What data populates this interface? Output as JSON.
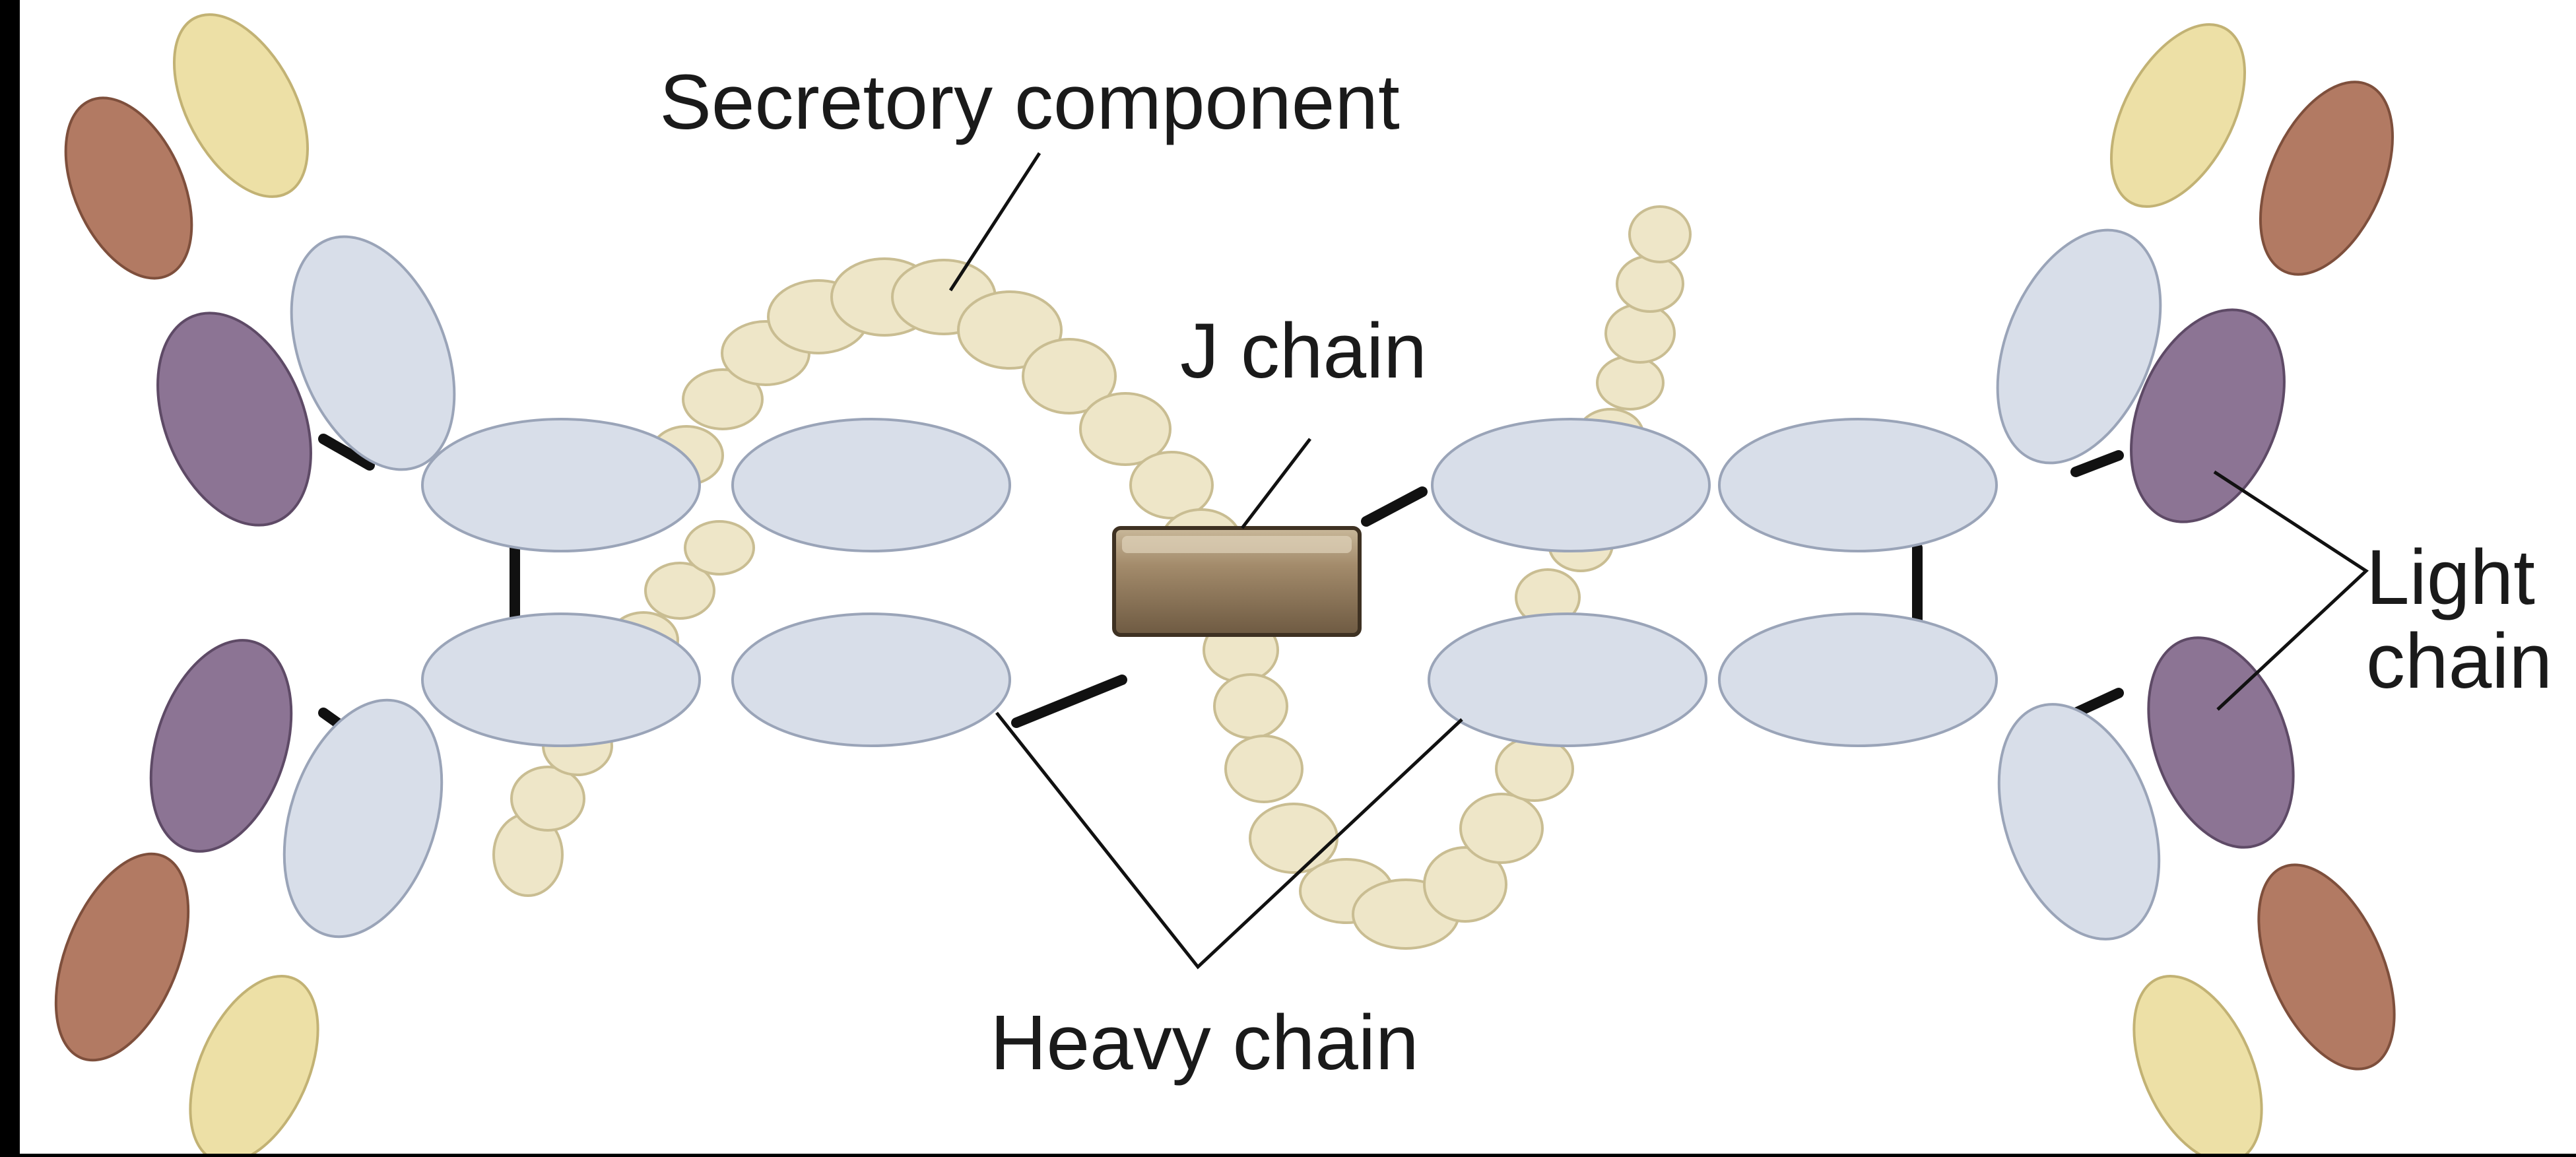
{
  "labels": {
    "secretory_component": "Secretory component",
    "j_chain": "J chain",
    "heavy_chain": "Heavy chain",
    "light_chain_line1": "Light",
    "light_chain_line2": "chain"
  },
  "colors": {
    "background": "#000000",
    "panel": "#ffffff",
    "heavy_domain": "#d8dee9",
    "heavy_stroke": "#9aa4b8",
    "light_purple": "#8c7494",
    "light_purple_stroke": "#5e4a66",
    "terminal_rust": "#b27a63",
    "terminal_rust_stroke": "#7e4f3c",
    "terminal_yellow": "#ede0a6",
    "terminal_yellow_stroke": "#c2b274",
    "secretory_bead": "#eee6c8",
    "secretory_stroke": "#c9bd92",
    "j_chain_fill": "#8a7458",
    "j_chain_highlight": "#c9b89a",
    "bond": "#111111"
  }
}
